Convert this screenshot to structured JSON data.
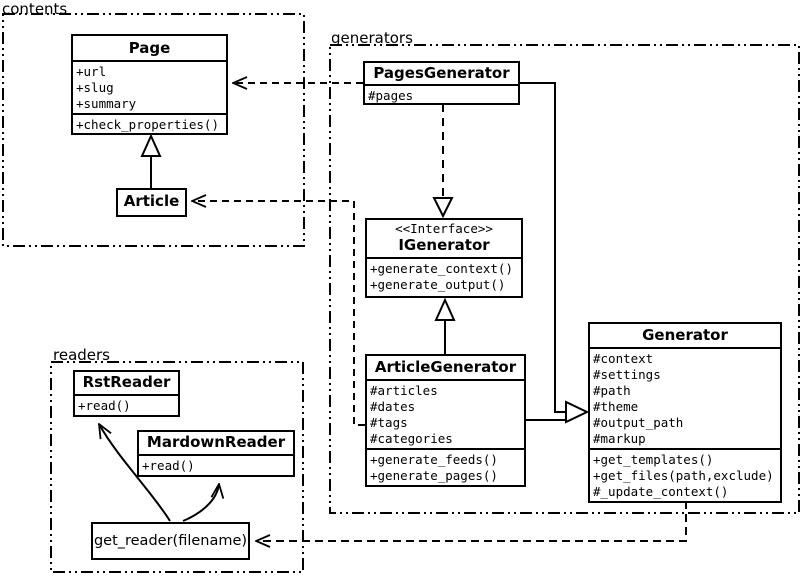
{
  "diagram": {
    "type": "uml-class-diagram",
    "background": "#ffffff",
    "stroke_color": "#000000",
    "packages": {
      "contents": {
        "label": "contents"
      },
      "generators": {
        "label": "generators"
      },
      "readers": {
        "label": "readers"
      }
    },
    "classes": {
      "page": {
        "name": "Page",
        "attributes": [
          "+url",
          "+slug",
          "+summary"
        ],
        "methods": [
          "+check_properties()"
        ]
      },
      "article": {
        "name": "Article"
      },
      "pages_generator": {
        "name": "PagesGenerator",
        "attributes": [
          "#pages"
        ]
      },
      "igenerator": {
        "stereotype": "<<Interface>>",
        "name": "IGenerator",
        "methods": [
          "+generate_context()",
          "+generate_output()"
        ]
      },
      "article_generator": {
        "name": "ArticleGenerator",
        "attributes": [
          "#articles",
          "#dates",
          "#tags",
          "#categories"
        ],
        "methods": [
          "+generate_feeds()",
          "+generate_pages()"
        ]
      },
      "generator": {
        "name": "Generator",
        "attributes": [
          "#context",
          "#settings",
          "#path",
          "#theme",
          "#output_path",
          "#markup"
        ],
        "methods": [
          "+get_templates()",
          "+get_files(path,exclude)",
          "#_update_context()"
        ]
      },
      "rst_reader": {
        "name": "RstReader",
        "methods": [
          "+read()"
        ]
      },
      "mardown_reader": {
        "name": "MardownReader",
        "methods": [
          "+read()"
        ]
      },
      "get_reader": {
        "label": "get_reader(filename)"
      }
    },
    "relationships": [
      {
        "from": "Article",
        "to": "Page",
        "type": "inheritance"
      },
      {
        "from": "PagesGenerator",
        "to": "Page",
        "type": "dependency"
      },
      {
        "from": "ArticleGenerator",
        "to": "Article",
        "type": "dependency"
      },
      {
        "from": "PagesGenerator",
        "to": "IGenerator",
        "type": "realization"
      },
      {
        "from": "ArticleGenerator",
        "to": "IGenerator",
        "type": "inheritance"
      },
      {
        "from": "PagesGenerator",
        "to": "Generator",
        "type": "inheritance"
      },
      {
        "from": "ArticleGenerator",
        "to": "Generator",
        "type": "inheritance"
      },
      {
        "from": "Generator",
        "to": "get_reader(filename)",
        "type": "dependency"
      },
      {
        "from": "get_reader(filename)",
        "to": "RstReader",
        "type": "arrow"
      },
      {
        "from": "get_reader(filename)",
        "to": "MardownReader",
        "type": "arrow"
      }
    ]
  }
}
